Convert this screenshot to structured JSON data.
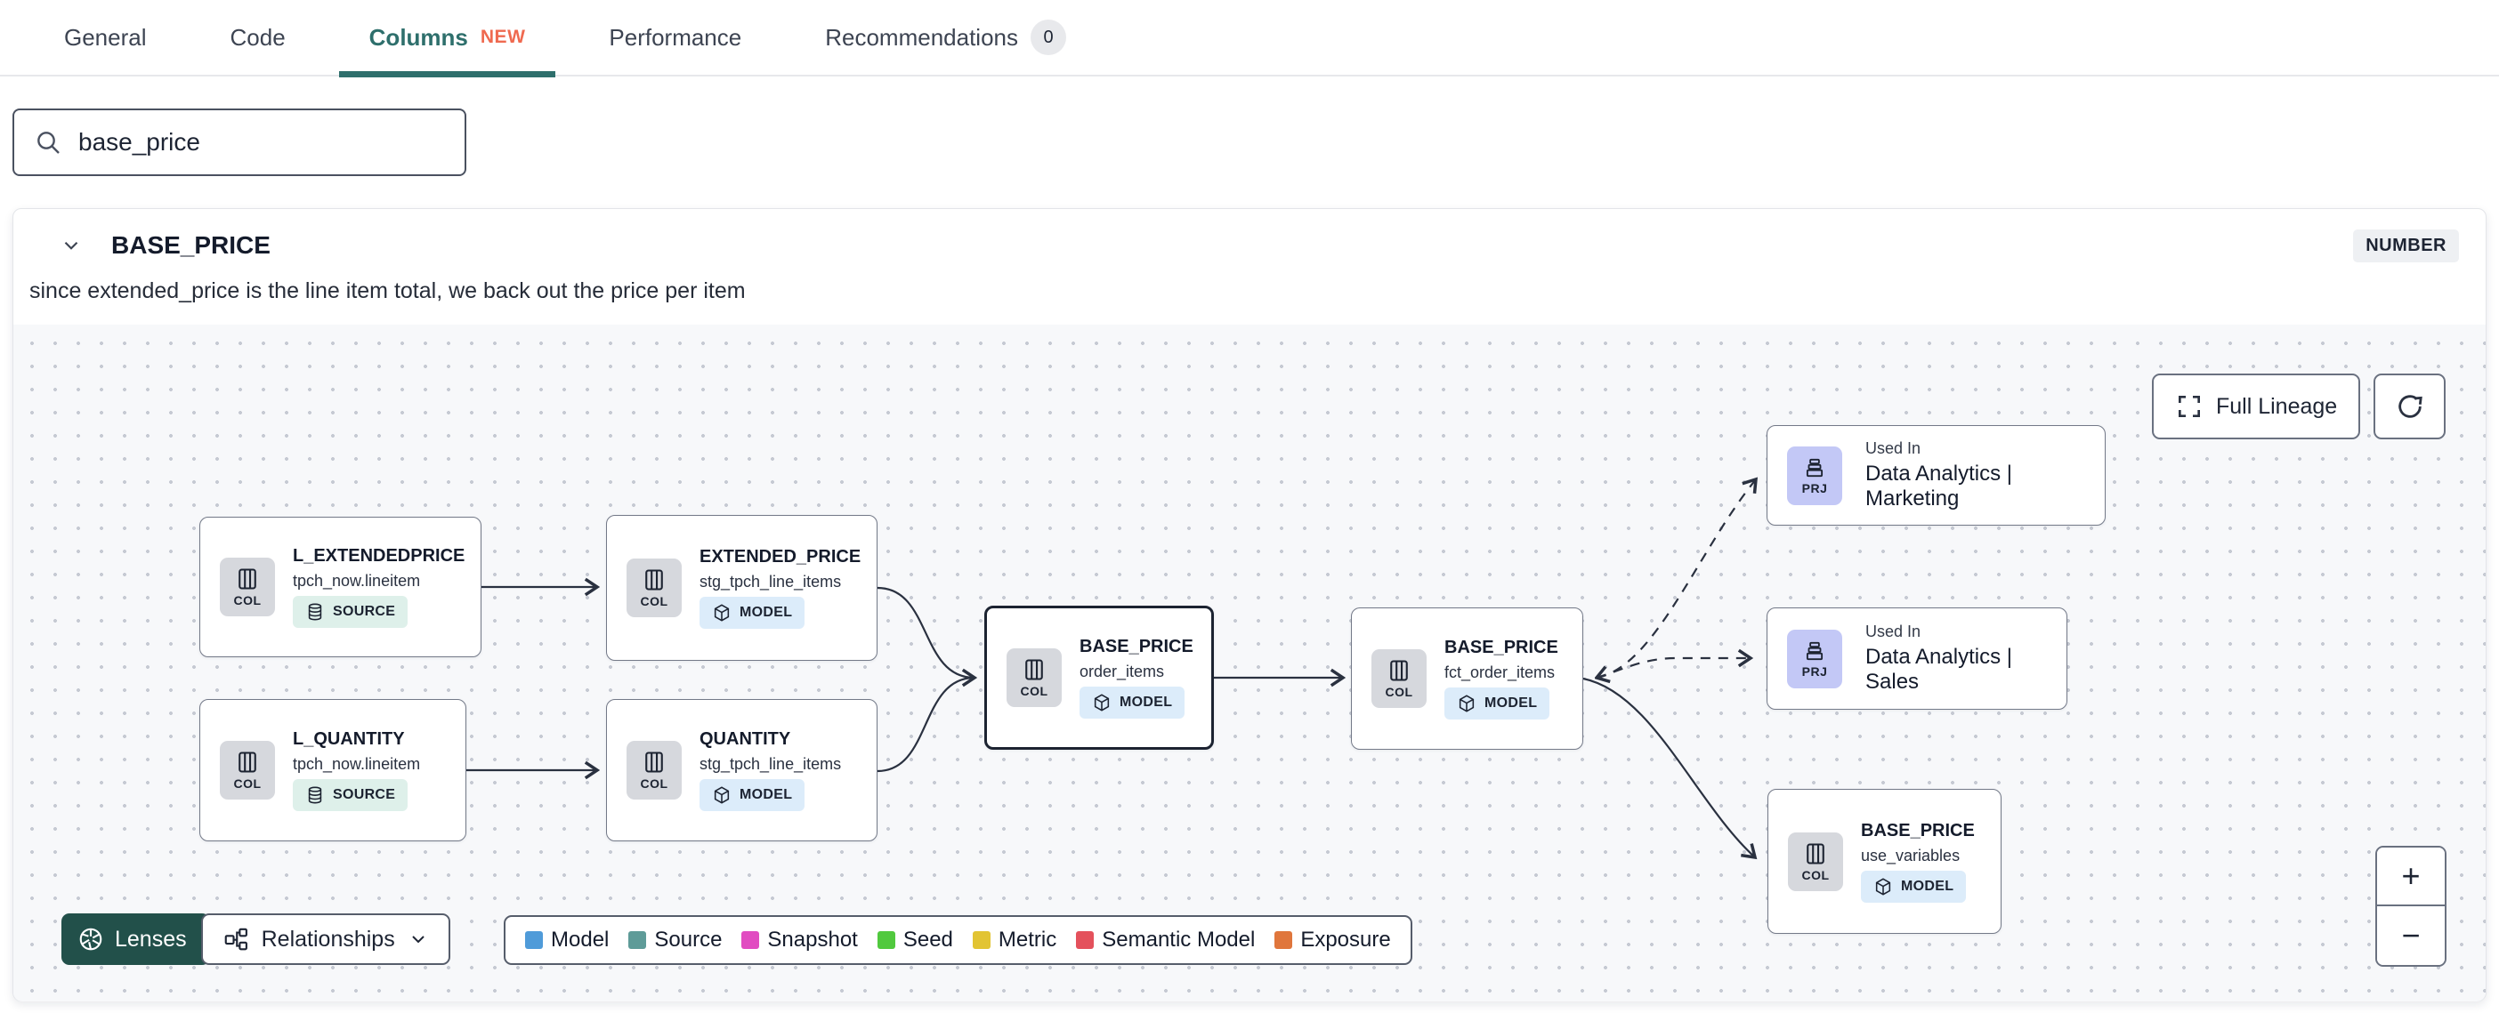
{
  "tabs": {
    "general": "General",
    "code": "Code",
    "columns": "Columns",
    "columns_badge": "NEW",
    "performance": "Performance",
    "recommendations": "Recommendations",
    "recommendations_count": "0"
  },
  "search": {
    "value": "base_price"
  },
  "column": {
    "name": "BASE_PRICE",
    "type": "NUMBER",
    "description": "since extended_price is the line item total, we back out the price per item"
  },
  "lineage": {
    "controls": {
      "full_lineage": "Full Lineage",
      "zoom_in": "+",
      "zoom_out": "−"
    },
    "nodes": [
      {
        "title": "L_EXTENDEDPRICE",
        "subtitle": "tpch_now.lineitem",
        "badge": "SOURCE",
        "kind": "COL"
      },
      {
        "title": "EXTENDED_PRICE",
        "subtitle": "stg_tpch_line_items",
        "badge": "MODEL",
        "kind": "COL"
      },
      {
        "title": "L_QUANTITY",
        "subtitle": "tpch_now.lineitem",
        "badge": "SOURCE",
        "kind": "COL"
      },
      {
        "title": "QUANTITY",
        "subtitle": "stg_tpch_line_items",
        "badge": "MODEL",
        "kind": "COL"
      },
      {
        "title": "BASE_PRICE",
        "subtitle": "order_items",
        "badge": "MODEL",
        "kind": "COL"
      },
      {
        "title": "BASE_PRICE",
        "subtitle": "fct_order_items",
        "badge": "MODEL",
        "kind": "COL"
      },
      {
        "title": "BASE_PRICE",
        "subtitle": "use_variables",
        "badge": "MODEL",
        "kind": "COL"
      }
    ],
    "used_in": [
      {
        "label": "Used In",
        "title": "Data Analytics | Marketing",
        "kind": "PRJ"
      },
      {
        "label": "Used In",
        "title": "Data Analytics | Sales",
        "kind": "PRJ"
      }
    ],
    "toolbar": {
      "lenses": "Lenses",
      "relationships": "Relationships"
    },
    "legend": [
      {
        "label": "Model",
        "color": "#4f9bd9"
      },
      {
        "label": "Source",
        "color": "#5e9b98"
      },
      {
        "label": "Snapshot",
        "color": "#e14cc1"
      },
      {
        "label": "Seed",
        "color": "#51c93e"
      },
      {
        "label": "Metric",
        "color": "#e2c433"
      },
      {
        "label": "Semantic Model",
        "color": "#e4515c"
      },
      {
        "label": "Exposure",
        "color": "#e0763c"
      }
    ]
  }
}
